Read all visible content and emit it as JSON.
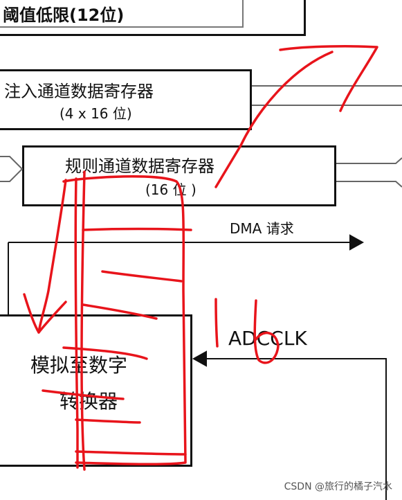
{
  "diagram": {
    "threshold_low_label": "阈值低限(12位)",
    "injected_register_label": "注入通道数据寄存器",
    "injected_register_size": "(4 x 16 位)",
    "regular_register_label": "规则通道数据寄存器",
    "regular_register_size": "(16 位 )",
    "dma_request_label": "DMA 请求",
    "adcclk_label": "ADCCLK",
    "adc_block_label_line1": "模拟至数字",
    "adc_block_label_line2": "转换器"
  },
  "watermark": "CSDN @旅行的橘子汽水",
  "colors": {
    "annotation": "#e8141b",
    "line": "#111111"
  }
}
